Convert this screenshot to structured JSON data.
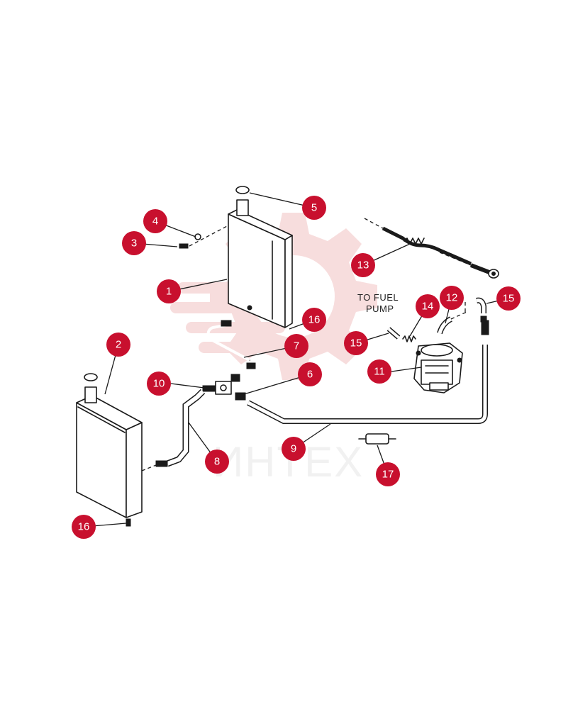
{
  "watermark": {
    "text": "ИНТЕХ",
    "logo": "gear-logo",
    "color": "#f2c7c7"
  },
  "colors": {
    "callout_fill": "#c8102e",
    "line": "#1a1a1a"
  },
  "note": {
    "line1": "TO FUEL",
    "line2": "PUMP"
  },
  "callouts": [
    {
      "id": "c1",
      "label": "1"
    },
    {
      "id": "c2",
      "label": "2"
    },
    {
      "id": "c3",
      "label": "3"
    },
    {
      "id": "c4",
      "label": "4"
    },
    {
      "id": "c5",
      "label": "5"
    },
    {
      "id": "c6",
      "label": "6"
    },
    {
      "id": "c7",
      "label": "7"
    },
    {
      "id": "c8",
      "label": "8"
    },
    {
      "id": "c9",
      "label": "9"
    },
    {
      "id": "c10",
      "label": "10"
    },
    {
      "id": "c11",
      "label": "11"
    },
    {
      "id": "c12",
      "label": "12"
    },
    {
      "id": "c13",
      "label": "13"
    },
    {
      "id": "c14",
      "label": "14"
    },
    {
      "id": "c15a",
      "label": "15"
    },
    {
      "id": "c15b",
      "label": "15"
    },
    {
      "id": "c16a",
      "label": "16"
    },
    {
      "id": "c16b",
      "label": "16"
    },
    {
      "id": "c17",
      "label": "17"
    }
  ]
}
